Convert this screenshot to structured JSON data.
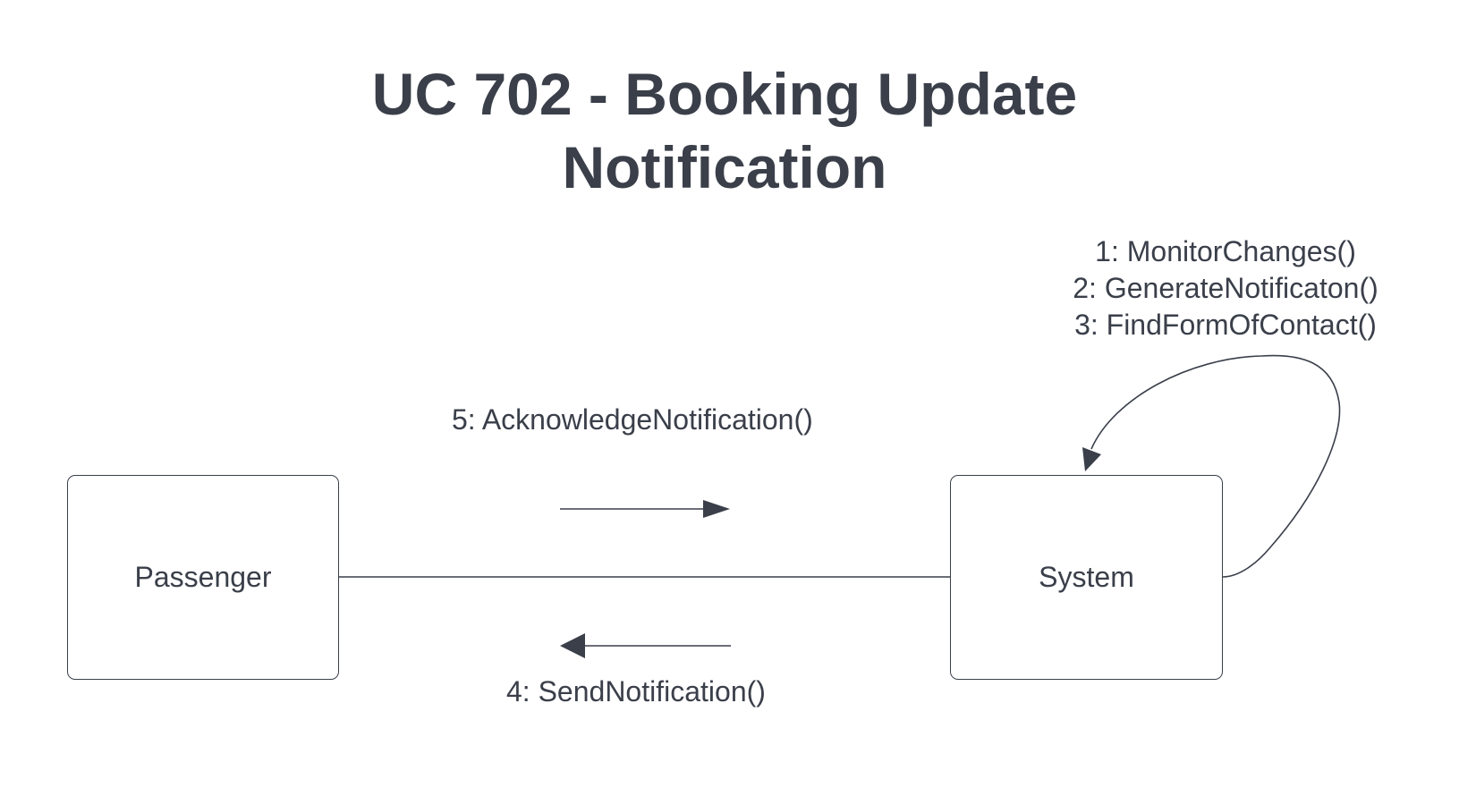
{
  "title": {
    "line1": "UC 702 - Booking Update",
    "line2": "Notification"
  },
  "objects": {
    "passenger": "Passenger",
    "system": "System"
  },
  "messages": {
    "self": [
      "1: MonitorChanges()",
      "2: GenerateNotificaton()",
      "3: FindFormOfContact()"
    ],
    "to_system": "5: AcknowledgeNotification()",
    "to_passenger": "4: SendNotification()"
  },
  "colors": {
    "ink": "#3a3f4a",
    "background": "#ffffff"
  }
}
